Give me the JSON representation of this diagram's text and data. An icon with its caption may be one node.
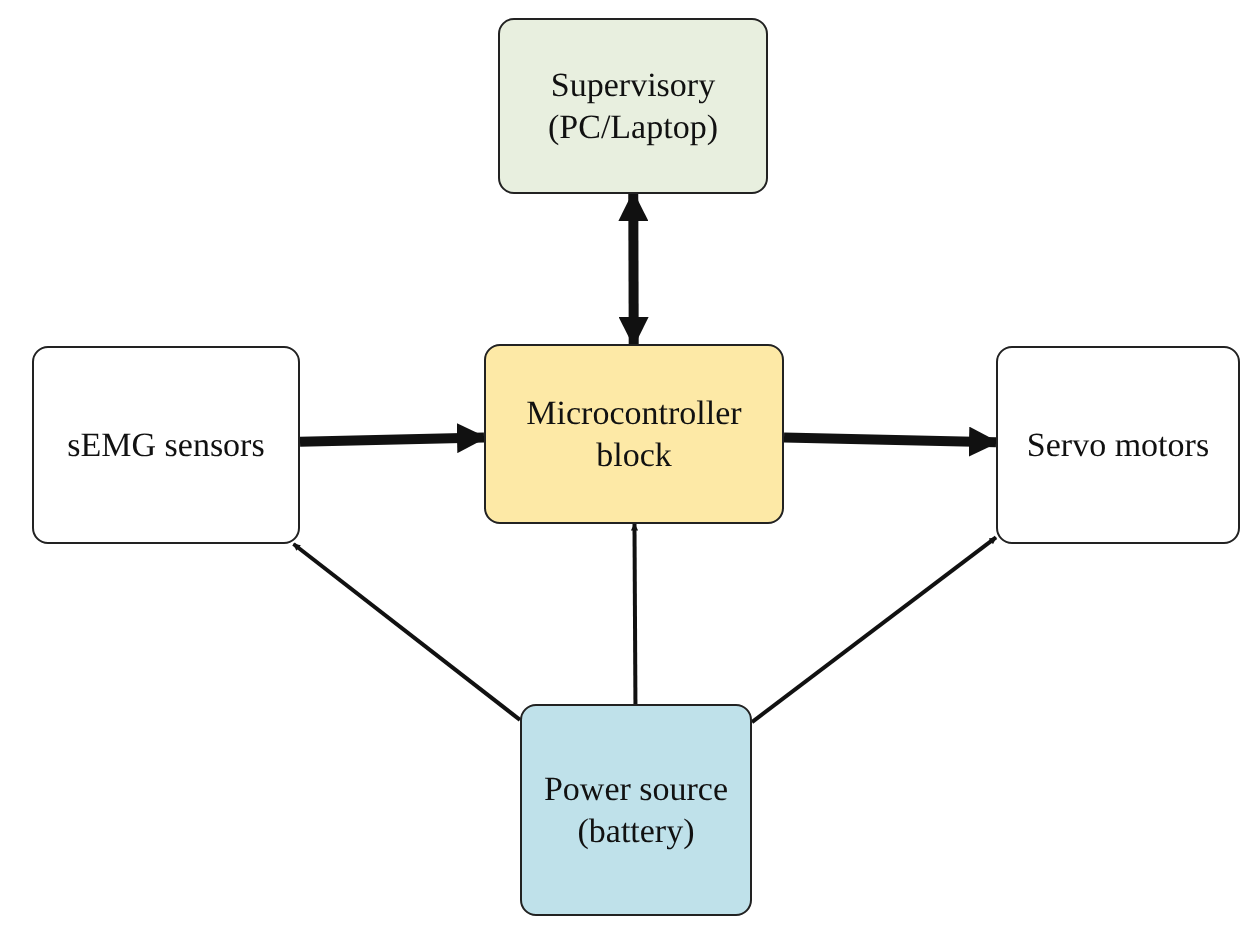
{
  "diagram": {
    "nodes": [
      {
        "text": [
          "Supervisory (PC/Laptop)"
        ]
      },
      {
        "text": [
          "sEMG sensors"
        ]
      },
      {
        "text": [
          "Microcontroller block"
        ]
      },
      {
        "text": [
          "Servo motors"
        ]
      },
      {
        "text": [
          "Power source (battery)"
        ]
      }
    ],
    "edges": [
      {
        "from": 2,
        "to": 0,
        "arrow": "both",
        "style": "thick"
      },
      {
        "from": 1,
        "to": 2,
        "arrow": "to",
        "style": "thick"
      },
      {
        "from": 2,
        "to": 3,
        "arrow": "to",
        "style": "thick"
      },
      {
        "from": 4,
        "to": 1,
        "arrow": "to"
      },
      {
        "from": 4,
        "to": 2,
        "arrow": "to"
      },
      {
        "from": 4,
        "to": 3,
        "arrow": "to"
      }
    ]
  }
}
